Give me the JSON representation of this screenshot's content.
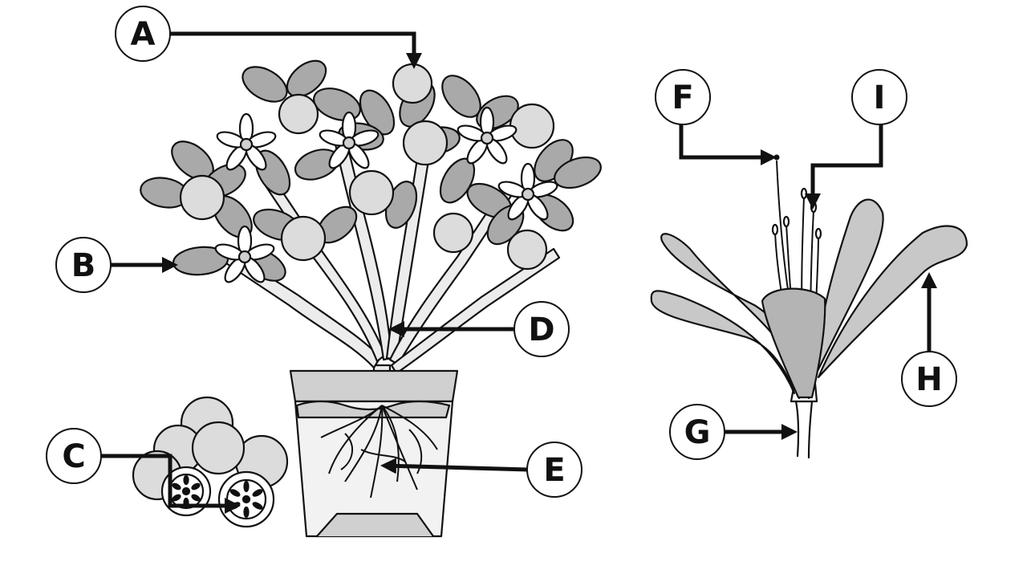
{
  "diagram": {
    "labels": [
      {
        "id": "a",
        "text": "A"
      },
      {
        "id": "b",
        "text": "B"
      },
      {
        "id": "c",
        "text": "C"
      },
      {
        "id": "d",
        "text": "D"
      },
      {
        "id": "e",
        "text": "E"
      },
      {
        "id": "f",
        "text": "F"
      },
      {
        "id": "g",
        "text": "G"
      },
      {
        "id": "h",
        "text": "H"
      },
      {
        "id": "i",
        "text": "I"
      }
    ],
    "colors": {
      "ink": "#111111",
      "leaf": "#a9a9a9",
      "fruit": "#dcdcdc",
      "petal": "#c8c8c8",
      "stem": "#ececec",
      "pot": "#d0d0d0",
      "background": "#ffffff"
    }
  }
}
